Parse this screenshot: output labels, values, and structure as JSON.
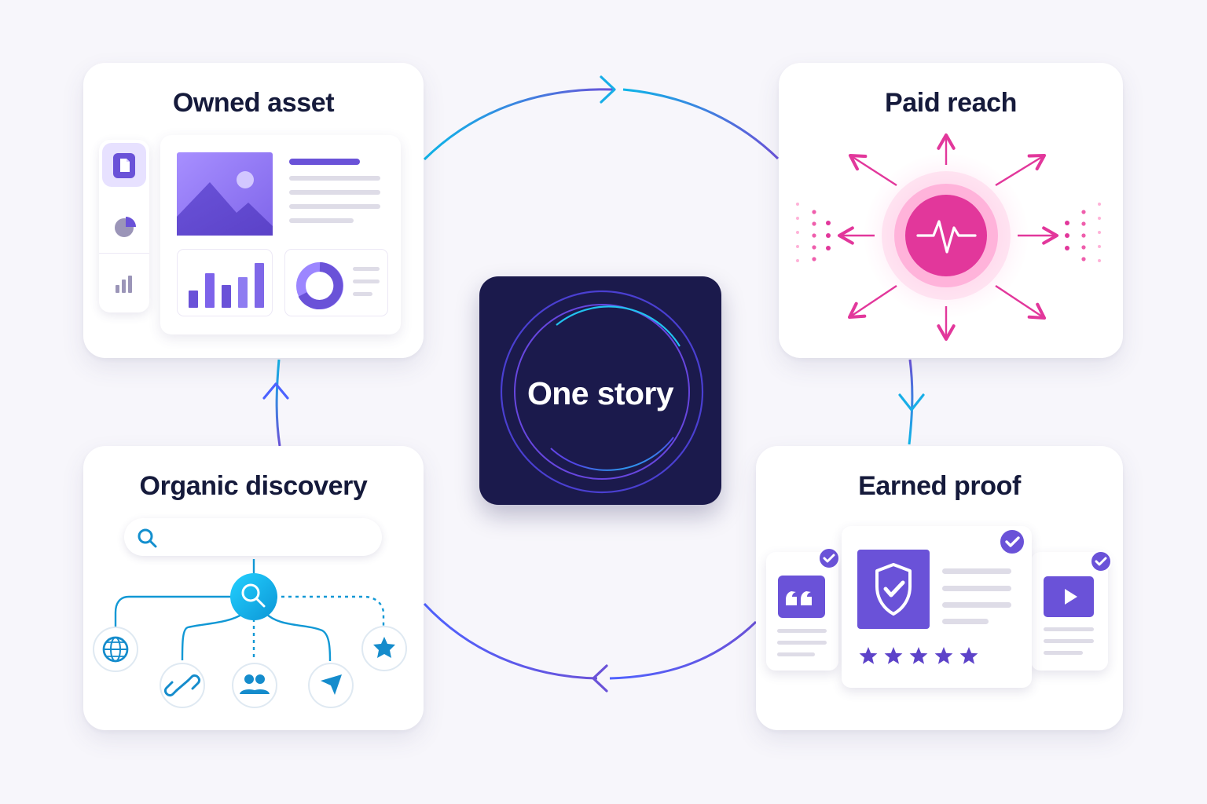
{
  "diagram": {
    "center": {
      "label": "One story"
    },
    "cards": {
      "owned": {
        "title": "Owned asset"
      },
      "paid": {
        "title": "Paid reach"
      },
      "organic": {
        "title": "Organic discovery"
      },
      "earned": {
        "title": "Earned proof"
      }
    },
    "icons": {
      "document": "document-icon",
      "pie": "pie-chart-icon",
      "bar": "bar-chart-icon",
      "image": "image-icon",
      "donut": "donut-chart-icon",
      "pulse": "pulse-icon",
      "search": "search-icon",
      "globe": "globe-icon",
      "link": "link-icon",
      "users": "users-icon",
      "send": "send-icon",
      "star": "star-icon",
      "quote": "quote-icon",
      "shield": "shield-check-icon",
      "play": "play-icon",
      "check": "check-badge-icon"
    },
    "colors": {
      "purple": "#6a52d8",
      "deep_purple": "#5d43c9",
      "light_purple": "#e7e1ff",
      "cyan": "#0db6e8",
      "pink": "#e2379b",
      "navy": "#1b1a4c",
      "text": "#151a3b",
      "gray_line": "#dedce7",
      "background": "#f7f6fb"
    },
    "rating": {
      "stars": 5
    }
  }
}
